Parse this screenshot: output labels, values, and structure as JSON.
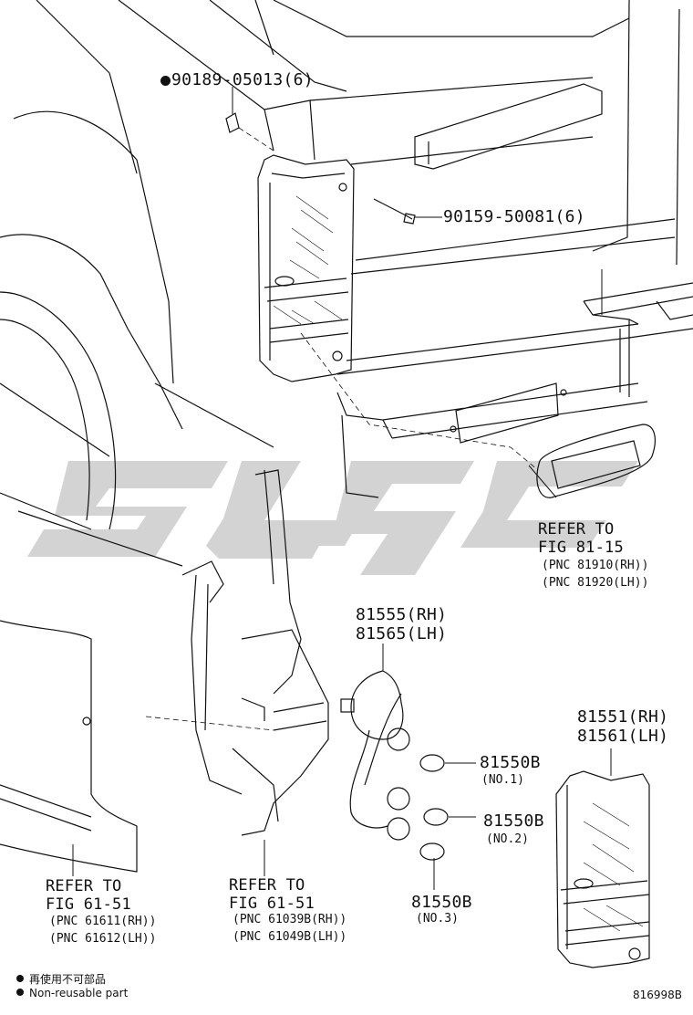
{
  "callouts": {
    "nonreusable_bolt": "90189-05013(6)",
    "screw": "90159-50081(6)",
    "ref_81_15": {
      "line1": "REFER TO",
      "line2": "FIG 81-15",
      "pnc_rh": "(PNC 81910(RH))",
      "pnc_lh": "(PNC 81920(LH))"
    },
    "socket": {
      "rh": "81555(RH)",
      "lh": "81565(LH)"
    },
    "lamp_lens": {
      "rh": "81551(RH)",
      "lh": "81561(LH)"
    },
    "bulb1": {
      "part": "81550B",
      "no": "(NO.1)"
    },
    "bulb2": {
      "part": "81550B",
      "no": "(NO.2)"
    },
    "bulb3": {
      "part": "81550B",
      "no": "(NO.3)"
    },
    "ref_61_51_a": {
      "line1": "REFER TO",
      "line2": "FIG 61-51",
      "pnc_rh": "(PNC 61611(RH))",
      "pnc_lh": "(PNC 61612(LH))"
    },
    "ref_61_51_b": {
      "line1": "REFER TO",
      "line2": "FIG 61-51",
      "pnc_rh": "(PNC 61039B(RH))",
      "pnc_lh": "(PNC 61049B(LH))"
    }
  },
  "legend": {
    "jp": "再使用不可部品",
    "en": "Non-reusable part"
  },
  "figure_id": "816998B",
  "colors": {
    "ink": "#111111",
    "watermark": "#d4d4d4",
    "paper": "#ffffff"
  }
}
